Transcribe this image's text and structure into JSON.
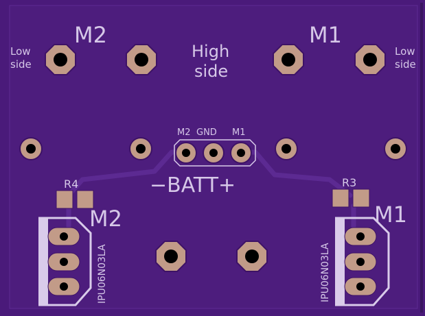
{
  "colors": {
    "board": "#4a1a7a",
    "board_edge": "#5d2a93",
    "pad_copper": "#c09a88",
    "drill": "#000000",
    "silkscreen": "#d9cbea",
    "trace": "#5a2790"
  },
  "labels": {
    "m2_top": "M2",
    "m1_top": "M1",
    "low_side_left_1": "Low",
    "low_side_left_2": "side",
    "low_side_right_1": "Low",
    "low_side_right_2": "side",
    "high_side_1": "High",
    "high_side_2": "side",
    "header_m2": "M2",
    "header_gnd": "GND",
    "header_m1": "M1",
    "batt": "−BATT+",
    "r4": "R4",
    "r3": "R3",
    "m2_bottom": "M2",
    "m1_bottom": "M1",
    "part_left": "IPU06N03LA",
    "part_right": "IPU06N03LA"
  }
}
